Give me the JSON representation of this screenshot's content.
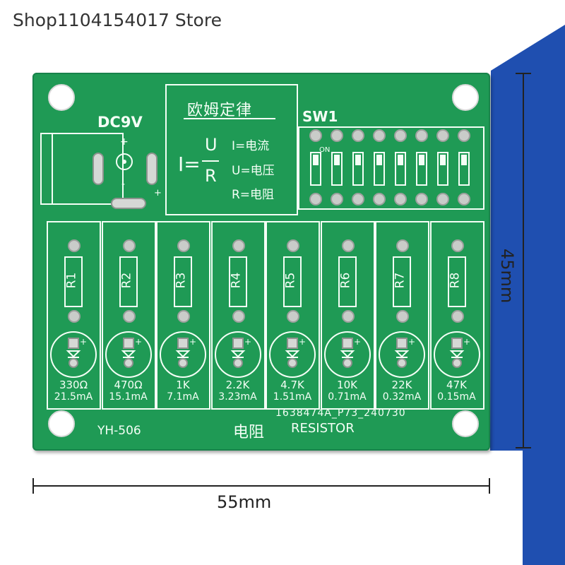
{
  "store_name": "Shop1104154017 Store",
  "board": {
    "power_label": "DC9V",
    "formula": {
      "title": "欧姆定律",
      "i_equals": "I=",
      "numerator": "U",
      "denominator": "R",
      "legend": [
        "I=电流",
        "U=电压",
        "R=电阻"
      ]
    },
    "switch_label": "SW1",
    "switch_on": "ON",
    "resistors": [
      {
        "ref": "R1",
        "value": "330Ω",
        "current": "21.5mA"
      },
      {
        "ref": "R2",
        "value": "470Ω",
        "current": "15.1mA"
      },
      {
        "ref": "R3",
        "value": "1K",
        "current": "7.1mA"
      },
      {
        "ref": "R4",
        "value": "2.2K",
        "current": "3.23mA"
      },
      {
        "ref": "R5",
        "value": "4.7K",
        "current": "1.51mA"
      },
      {
        "ref": "R6",
        "value": "10K",
        "current": "0.71mA"
      },
      {
        "ref": "R7",
        "value": "22K",
        "current": "0.32mA"
      },
      {
        "ref": "R8",
        "value": "47K",
        "current": "0.15mA"
      }
    ],
    "model": "YH-506",
    "part_number": "1638474A_P73_240730",
    "title_zh": "电阻",
    "title_en": "RESISTOR",
    "colors": {
      "pcb": "#1f9a55",
      "silkscreen": "#f4fff6",
      "background_blue": "#1f4fb0"
    }
  },
  "dimensions": {
    "width_label": "55mm",
    "height_label": "45mm"
  }
}
